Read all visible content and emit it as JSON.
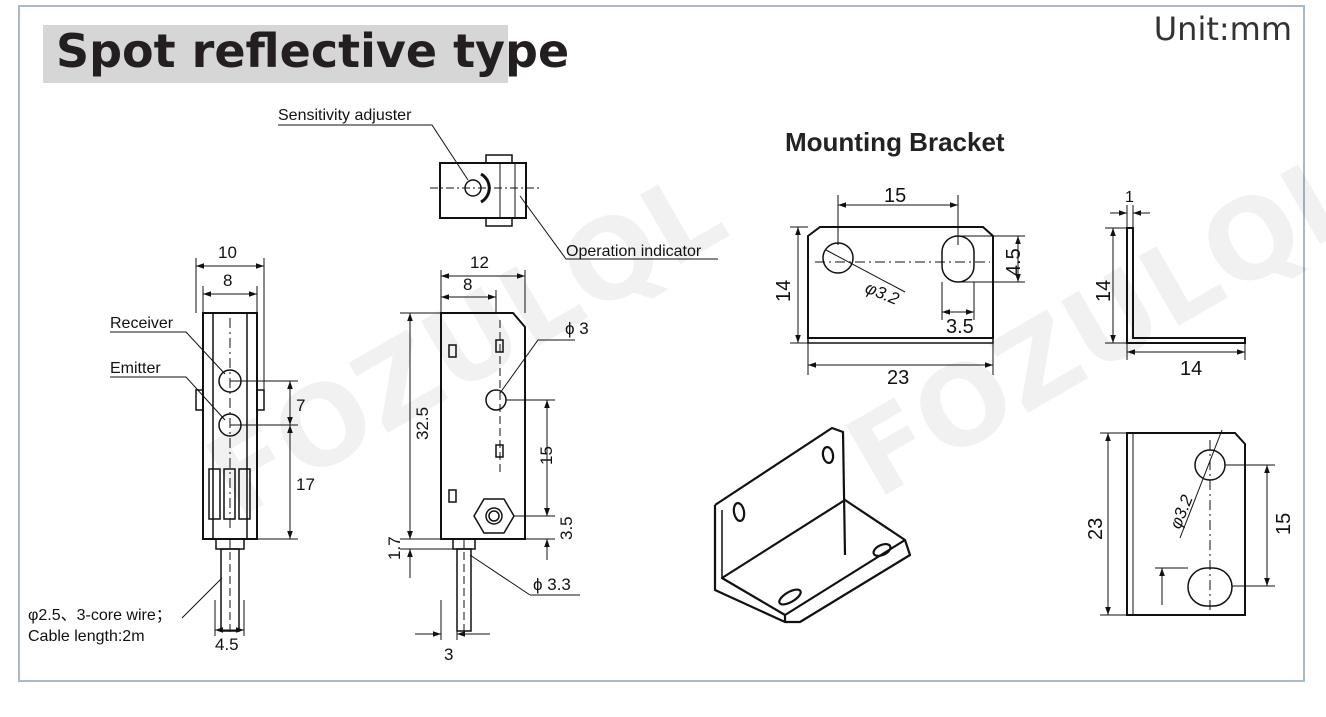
{
  "title": "Spot reflective type",
  "unit_label": "Unit:mm",
  "mounting_bracket_title": "Mounting Bracket",
  "watermark": "FOZULQL",
  "front_view": {
    "labels": {
      "receiver": "Receiver",
      "emitter": "Emitter",
      "cable_line1": "φ2.5、3-core wire；",
      "cable_line2": "Cable length:2m"
    },
    "dims": {
      "width_outer": "10",
      "width_inner": "8",
      "spacing": "7",
      "lower": "17",
      "cable": "4.5"
    }
  },
  "side_view": {
    "labels": {
      "sensitivity": "Sensitivity adjuster",
      "indicator": "Operation indicator"
    },
    "dims": {
      "width": "12",
      "inner": "8",
      "height": "32.5",
      "hole": "ϕ 3",
      "pitch": "15",
      "nut": "3.5",
      "bottom": "1.7",
      "cable": "ϕ 3.3",
      "cable_offset": "3"
    }
  },
  "bracket_top": {
    "dims": {
      "span": "15",
      "hole": "φ3.2",
      "height": "14",
      "slot_h": "4.5",
      "slot_w": "3.5",
      "length": "23"
    }
  },
  "bracket_side": {
    "dims": {
      "thickness": "1",
      "height": "14",
      "leg": "14"
    }
  },
  "bracket_front": {
    "dims": {
      "length": "23",
      "hole": "φ3.2",
      "pitch": "15"
    }
  }
}
